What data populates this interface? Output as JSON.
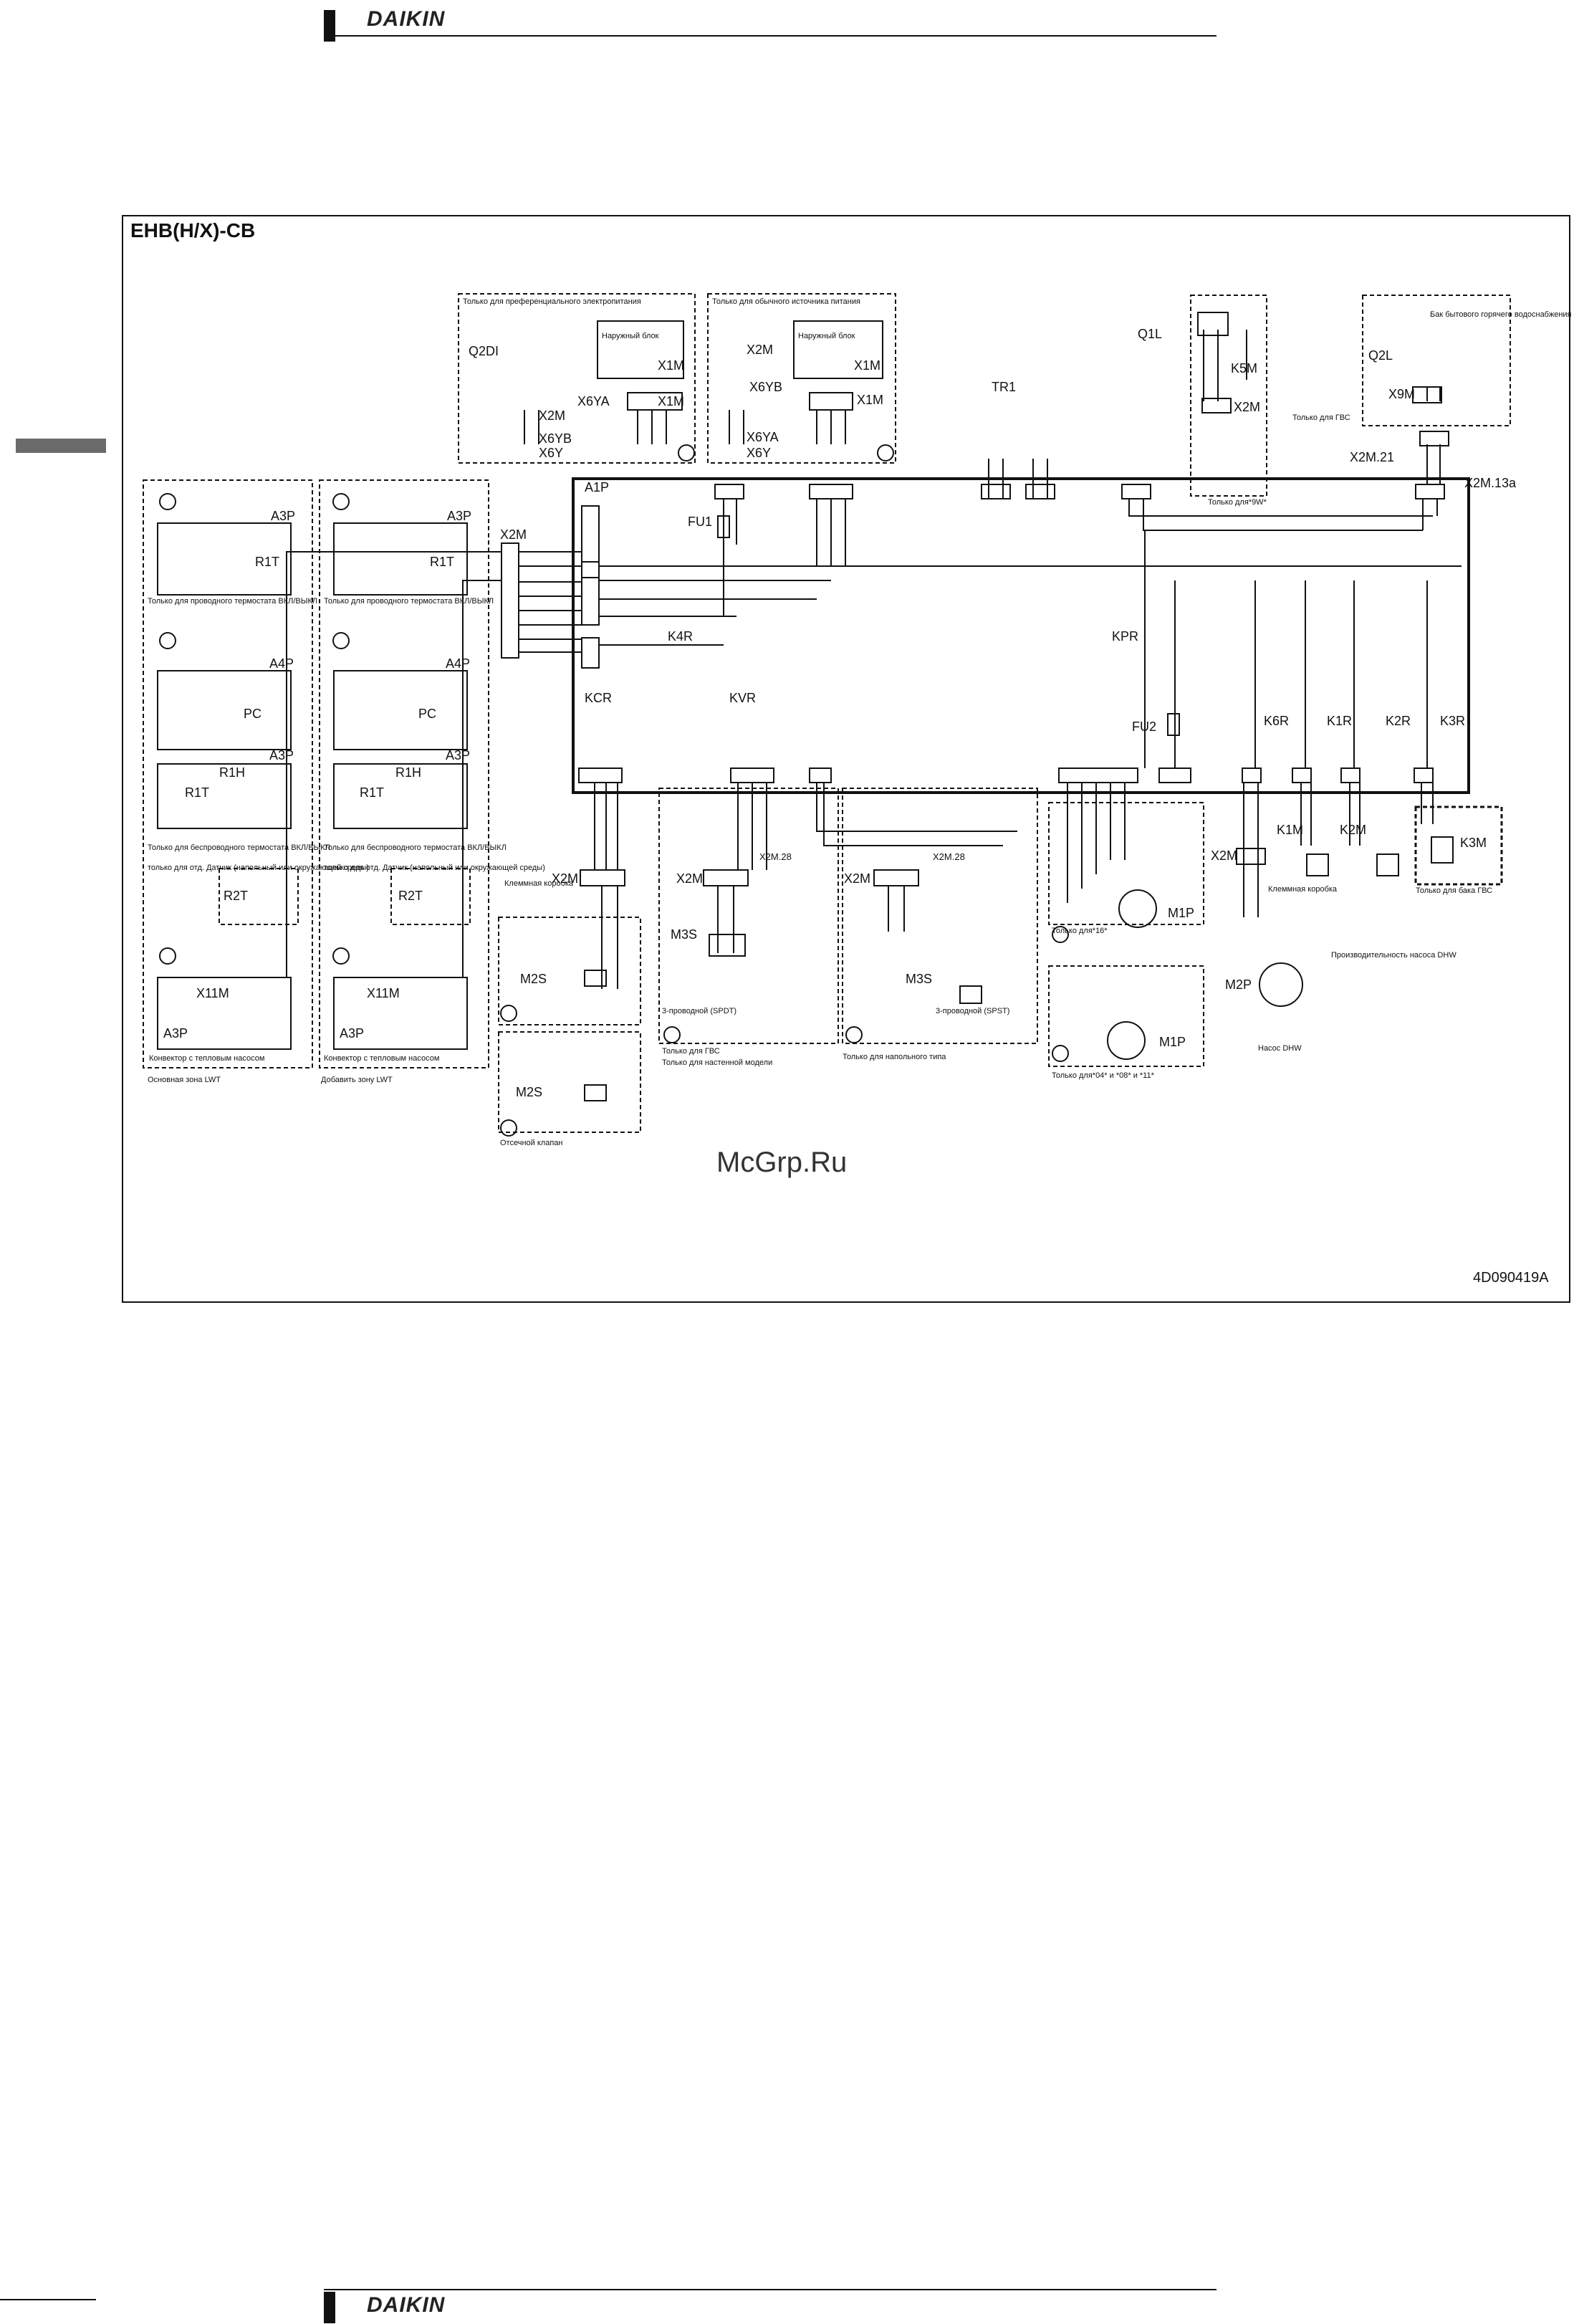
{
  "header": {
    "brand": "DAIKIN"
  },
  "footer": {
    "brand": "DAIKIN"
  },
  "title": "EHB(H/X)-CB",
  "doc_code": "4D090419A",
  "watermark": "McGrp.Ru",
  "labels": {
    "a1p": "A1P",
    "q2di": "Q2DI",
    "x2m": "X2M",
    "x1m": "X1M",
    "x6ya": "X6YA",
    "x6yb": "X6YB",
    "x6y": "X6Y",
    "outdoor_unit": "Наружный блок",
    "tr1": "TR1",
    "q1l": "Q1L",
    "k5m": "K5M",
    "q2l": "Q2L",
    "x9m": "X9M",
    "fu1": "FU1",
    "fu2": "FU2",
    "k4r": "K4R",
    "kcr": "KCR",
    "kvr": "KVR",
    "kpr": "KPR",
    "k6r": "K6R",
    "k1r": "K1R",
    "k2r": "K2R",
    "k3r": "K3R",
    "k1m": "K1M",
    "k2m": "K2M",
    "k3m": "K3M",
    "m1p": "M1P",
    "m2p": "M2P",
    "m2s": "M2S",
    "m3s": "M3S",
    "a3p": "A3P",
    "a4p": "A4P",
    "r1t": "R1T",
    "r1h": "R1H",
    "r2t": "R2T",
    "x11m": "X11M",
    "pc": "PC",
    "x2m21": "X2M.21",
    "x2m13a": "X2M.13a",
    "x2m28": "X2M.28"
  },
  "notes": {
    "preferential": "Только для преференциального электропитания",
    "normal_supply": "Только для обычного источника питания",
    "wired_thermostat": "Только для проводного термостата ВКЛ/ВЫКЛ",
    "wireless_thermostat": "Только для беспроводного термостата ВКЛ/ВЫКЛ",
    "ext_sensor": "только для отд. Датчик (напольный или окружающей среды)",
    "convector": "Конвектор с тепловым насосом",
    "main_zone": "Основная зона LWT",
    "add_zone": "Добавить зону LWT",
    "cutoff_valve": "Отсечной клапан",
    "dhw_only": "Только для ГВС",
    "wall_model": "Только для настенной модели",
    "floor_model": "Только для напольного типа",
    "three_wire_spdt": "3-проводной (SPDT)",
    "three_wire_spst": "3-проводной (SPST)",
    "terminal_box": "Клеммная коробка",
    "dhw_pump": "Насос DHW",
    "dhw_pump_capacity": "Производительность насоса DHW",
    "dhw_boiler": "Бак бытового горячего водоснабжения",
    "tank_dhw_only": "Только для бака ГВС",
    "only_9w": "Только для*9W*",
    "only_16": "Только для*16*",
    "only_04_08_11": "Только для*04* и *08* и *11*"
  }
}
